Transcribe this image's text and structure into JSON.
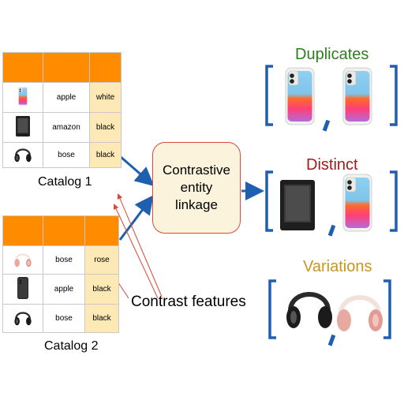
{
  "catalog1": {
    "caption": "Catalog 1",
    "rows": [
      {
        "icon": "iphone-icon",
        "brand": "apple",
        "color": "white"
      },
      {
        "icon": "kindle-icon",
        "brand": "amazon",
        "color": "black"
      },
      {
        "icon": "headphones-icon",
        "brand": "bose",
        "color": "black"
      }
    ]
  },
  "catalog2": {
    "caption": "Catalog 2",
    "rows": [
      {
        "icon": "headphones-icon",
        "brand": "bose",
        "color": "rose"
      },
      {
        "icon": "iphone-icon",
        "brand": "apple",
        "color": "black"
      },
      {
        "icon": "headphones-icon",
        "brand": "bose",
        "color": "black"
      }
    ]
  },
  "center": {
    "lines": [
      "Contrastive",
      "entity",
      "linkage"
    ]
  },
  "contrast_label": "Contrast features",
  "groups": [
    {
      "title": "Duplicates",
      "color": "#2e7d1e",
      "items": [
        "iphone-icon",
        "iphone-icon"
      ]
    },
    {
      "title": "Distinct",
      "color": "#9b1c1c",
      "items": [
        "kindle-icon",
        "iphone-icon"
      ]
    },
    {
      "title": "Variations",
      "color": "#c8961e",
      "items": [
        "headphones-icon",
        "headphones-icon"
      ]
    }
  ],
  "colors": {
    "header": "#ff8c00",
    "attr_cell": "#fde9b6",
    "bracket": "#1f5fb0",
    "arrow_blue": "#1f5fb0",
    "arrow_red": "#d94a3a"
  }
}
